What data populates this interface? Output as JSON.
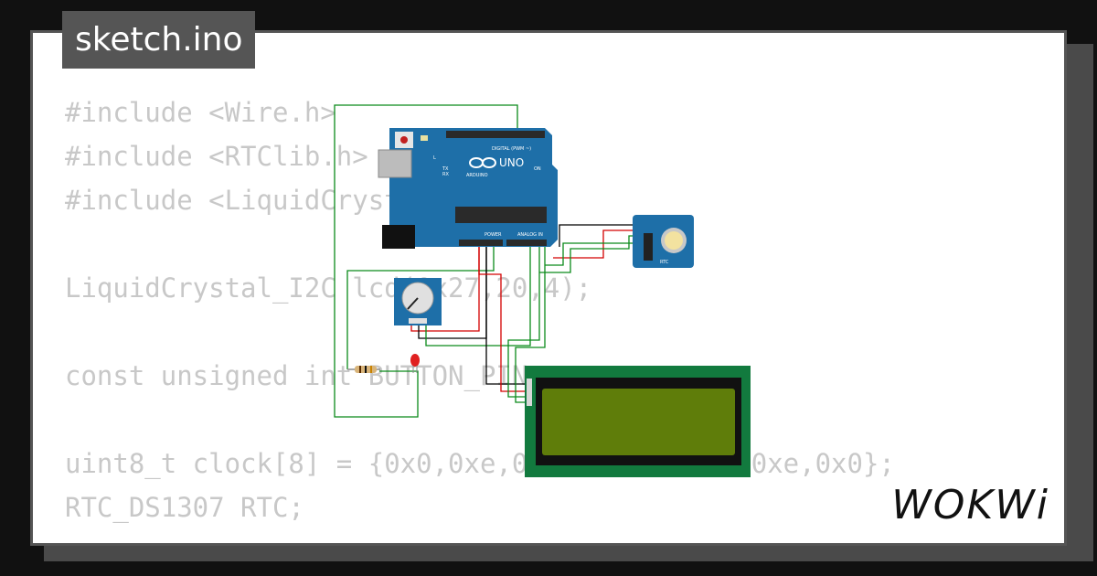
{
  "title": "sketch.ino",
  "brand": "WOKWi",
  "code_lines": [
    "#include <Wire.h>",
    "#include <RTClib.h>",
    "#include <LiquidCrystal_I2C.h>",
    "",
    "LiquidCrystal_I2C lcd(0x27,20,4);",
    "",
    "const unsigned int BUTTON_PIN",
    "",
    "uint8_t clock[8] = {0x0,0xe,0x15,0x17,0x11,0xe,0x0};",
    "RTC_DS1307 RTC;"
  ],
  "board": {
    "name": "UNO",
    "vendor": "ARDUINO",
    "digital_label": "DIGITAL (PWM ~)",
    "power_label": "POWER",
    "analog_label": "ANALOG IN",
    "on_label": "ON",
    "tx_label": "TX",
    "rx_label": "RX",
    "l_label": "L"
  },
  "rtc": {
    "label": "RTC"
  },
  "colors": {
    "background": "#111111",
    "card": "#ffffff",
    "tab": "#555555",
    "code_text": "#c8c8c8",
    "board": "#1e6fa8",
    "lcd_frame": "#127a3e",
    "lcd_screen": "#5f7d0a",
    "wire_green": "#0a8a1a",
    "wire_red": "#d40000",
    "wire_black": "#000000"
  },
  "icons": [
    "arduino-logo-icon",
    "potentiometer-icon",
    "led-icon",
    "resistor-icon",
    "rtc-module-icon",
    "lcd-display-icon"
  ]
}
